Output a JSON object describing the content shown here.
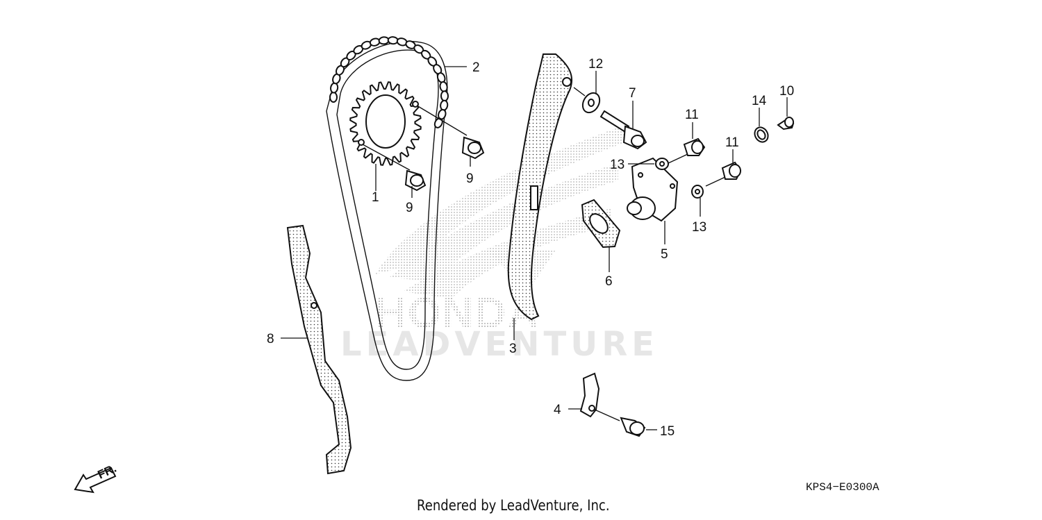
{
  "watermark": {
    "brand": "HONDA",
    "dealer": "LEADVENTURE"
  },
  "front_indicator": {
    "label": "FR."
  },
  "callouts": [
    {
      "id": "c1",
      "text": "1"
    },
    {
      "id": "c2",
      "text": "2"
    },
    {
      "id": "c3",
      "text": "3"
    },
    {
      "id": "c4",
      "text": "4"
    },
    {
      "id": "c5",
      "text": "5"
    },
    {
      "id": "c6",
      "text": "6"
    },
    {
      "id": "c7",
      "text": "7"
    },
    {
      "id": "c8",
      "text": "8"
    },
    {
      "id": "c9a",
      "text": "9"
    },
    {
      "id": "c9b",
      "text": "9"
    },
    {
      "id": "c10",
      "text": "10"
    },
    {
      "id": "c11a",
      "text": "11"
    },
    {
      "id": "c11b",
      "text": "11"
    },
    {
      "id": "c12",
      "text": "12"
    },
    {
      "id": "c13a",
      "text": "13"
    },
    {
      "id": "c13b",
      "text": "13"
    },
    {
      "id": "c14",
      "text": "14"
    },
    {
      "id": "c15",
      "text": "15"
    }
  ],
  "diagram_code": "KPS4−E0300A",
  "credit": "Rendered by LeadVenture, Inc."
}
